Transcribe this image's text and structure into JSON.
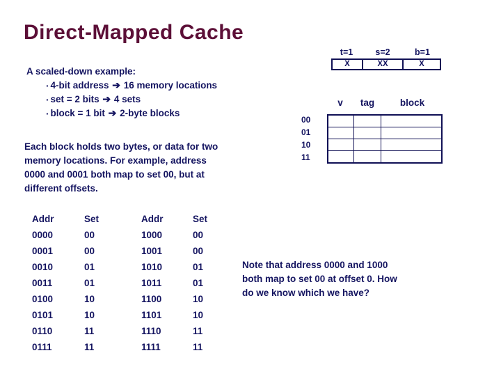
{
  "slide": {
    "title": "Direct-Mapped Cache",
    "title_color": "#5c0f37",
    "text_color": "#141460",
    "background": "#ffffff"
  },
  "intro": {
    "lead": "A scaled-down example:",
    "bullets": [
      {
        "marker": "·",
        "before": "4-bit address ",
        "arrow": "➔",
        "after": " 16 memory locations"
      },
      {
        "marker": "·",
        "before": "set = 2 bits ",
        "arrow": "➔",
        "after": " 4 sets"
      },
      {
        "marker": "·",
        "before": "block = 1 bit ",
        "arrow": "➔",
        "after": " 2-byte blocks"
      }
    ]
  },
  "paragraph": {
    "lines": [
      "Each block holds two bytes, or data for two",
      "memory locations. For example, address",
      "0000 and 0001 both map to set 00, but at",
      "different offsets."
    ]
  },
  "address_format": {
    "labels": {
      "tag": "t=1",
      "set": "s=2",
      "block": "b=1"
    },
    "cells": {
      "tag": "X",
      "set": "XX",
      "block": "X"
    }
  },
  "cache_table": {
    "headers": {
      "valid": "v",
      "tag": "tag",
      "block": "block"
    },
    "row_labels": [
      "00",
      "01",
      "10",
      "11"
    ],
    "rows": [
      {
        "valid": "",
        "tag": "",
        "block": ""
      },
      {
        "valid": "",
        "tag": "",
        "block": ""
      },
      {
        "valid": "",
        "tag": "",
        "block": ""
      },
      {
        "valid": "",
        "tag": "",
        "block": ""
      }
    ]
  },
  "addr_set_table": {
    "headers": [
      "Addr",
      "Set",
      "Addr",
      "Set"
    ],
    "rows": [
      [
        "0000",
        "00",
        "1000",
        "00"
      ],
      [
        "0001",
        "00",
        "1001",
        "00"
      ],
      [
        "0010",
        "01",
        "1010",
        "01"
      ],
      [
        "0011",
        "01",
        "1011",
        "01"
      ],
      [
        "0100",
        "10",
        "1100",
        "10"
      ],
      [
        "0101",
        "10",
        "1101",
        "10"
      ],
      [
        "0110",
        "11",
        "1110",
        "11"
      ],
      [
        "0111",
        "11",
        "1111",
        "11"
      ]
    ]
  },
  "note": {
    "lines": [
      "Note that address 0000 and 1000",
      "both map to set 00 at offset 0. How",
      "do we know which we have?"
    ]
  }
}
